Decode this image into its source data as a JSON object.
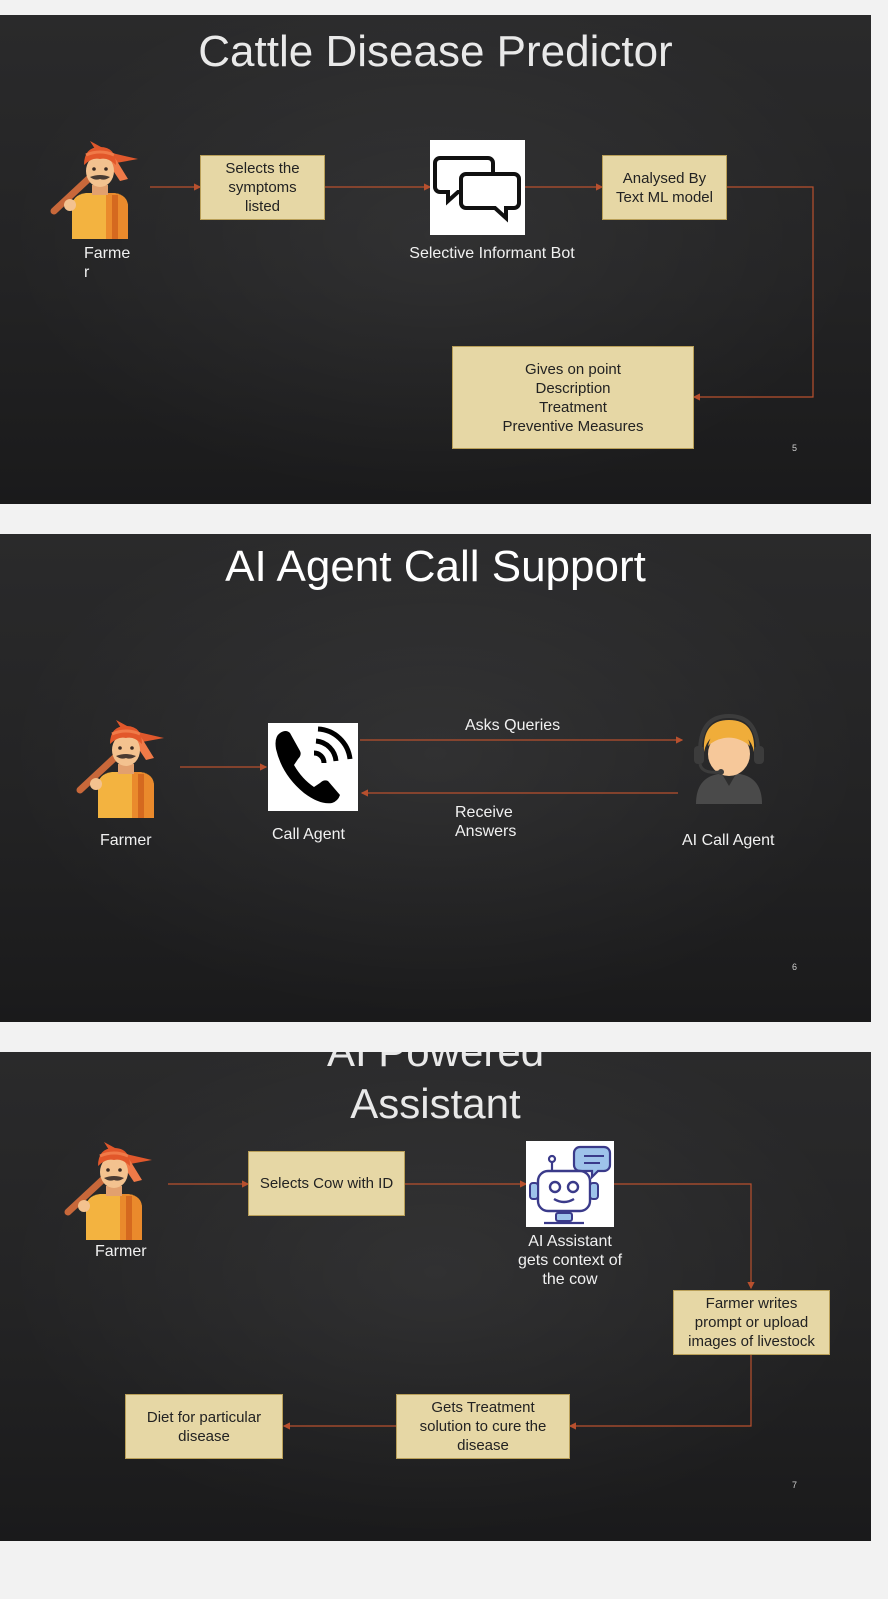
{
  "slides": [
    {
      "title": "Cattle Disease Predictor",
      "farmer_label": "Farme\nr",
      "step1": "Selects the\nsymptoms\nlisted",
      "bot_label": "Selective Informant Bot",
      "step2": "Analysed By\nText ML model",
      "result": "Gives on point\nDescription\nTreatment\nPreventive Measures",
      "page": "5"
    },
    {
      "title": "AI Agent Call Support",
      "farmer_label": "Farmer",
      "call_label": "Call Agent",
      "queries_label": "Asks Queries",
      "answers_label": "Receive\nAnswers",
      "agent_label": "AI Call Agent",
      "page": "6"
    },
    {
      "title": "AI Powered\nAssistant",
      "farmer_label": "Farmer",
      "step1": "Selects Cow with ID",
      "assistant_label": "AI Assistant\ngets context of\nthe cow",
      "step2": "Farmer writes\nprompt or upload\nimages of livestock",
      "step3": "Gets Treatment\nsolution to cure the\ndisease",
      "step4": "Diet for particular\ndisease",
      "page": "7"
    }
  ],
  "icons": {
    "farmer": "farmer-with-pickaxe-icon",
    "chat": "chat-bubbles-icon",
    "phone": "phone-call-icon",
    "agent": "headset-agent-icon",
    "robot": "robot-assistant-icon"
  },
  "colors": {
    "box_fill": "#e6d7a5",
    "connector": "#b8502e",
    "slide_bg": "#232324"
  }
}
